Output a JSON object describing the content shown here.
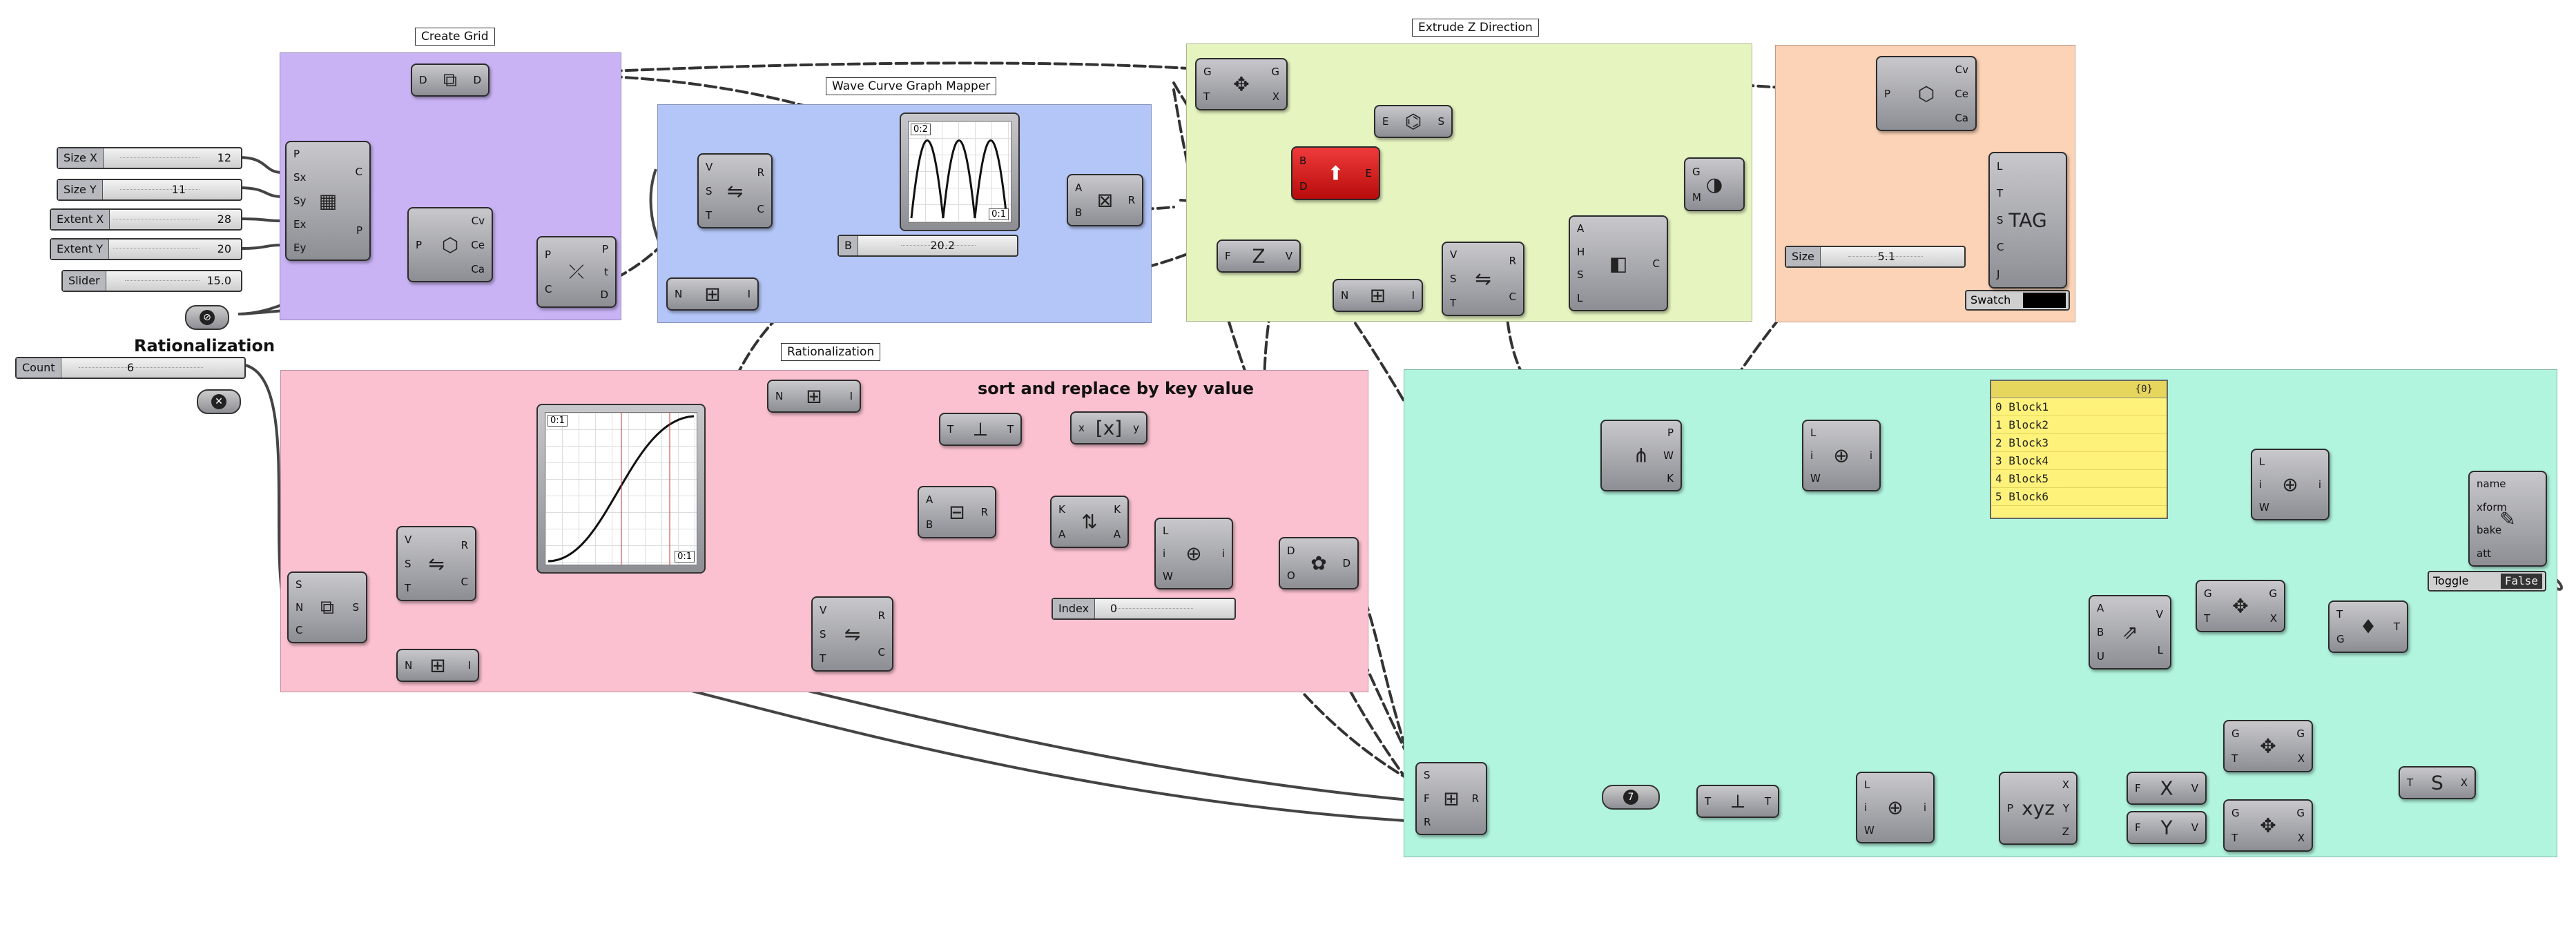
{
  "colors": {
    "lilac": "#c9b3f5",
    "blue": "#b4c6f7",
    "lime": "#e6f5c0",
    "peach": "#fcd3b6",
    "pink": "#fbc1d0",
    "mint": "#b1f5df",
    "component_red": "#d11a1a",
    "panel_yellow": "#fff27a"
  },
  "groups": {
    "create_grid": "Create Grid",
    "wave_mapper": "Wave Curve Graph Mapper",
    "extrude_z": "Extrude Z Direction",
    "rationalization_label": "Rationalization",
    "rationalization_tag": "Rationalization",
    "sort_replace": "sort and replace by key value"
  },
  "sliders": {
    "size_x": {
      "label": "Size X",
      "value": "12"
    },
    "size_y": {
      "label": "Size Y",
      "value": "11"
    },
    "extent_x": {
      "label": "Extent X",
      "value": "28"
    },
    "extent_y": {
      "label": "Extent Y",
      "value": "20"
    },
    "slider": {
      "label": "Slider",
      "value": "15.0"
    },
    "count": {
      "label": "Count",
      "value": "6"
    },
    "b": {
      "label": "B",
      "value": "20.2"
    },
    "index": {
      "label": "Index",
      "value": "0"
    },
    "size": {
      "label": "Size",
      "value": "5.1"
    }
  },
  "swatch": {
    "label": "Swatch"
  },
  "toggle": {
    "label": "Toggle",
    "value": "False"
  },
  "panel": {
    "header": "{0}",
    "rows": [
      "0 Block1",
      "1 Block2",
      "2 Block3",
      "3 Block4",
      "4 Block5",
      "5 Block6"
    ]
  },
  "graphers": {
    "wave_corner_tl": "0:2",
    "wave_corner_br": "0:1",
    "sort_corner_tl": "0:1",
    "sort_corner_br": "0:1"
  },
  "components": {
    "create_grid_rect": {
      "in": [
        "P",
        "Sx",
        "Sy",
        "Ex",
        "Ey"
      ],
      "out": [
        "C",
        "P"
      ]
    },
    "create_grid_dup": {
      "in": [
        "D"
      ],
      "out": [
        "D"
      ]
    },
    "create_grid_center": {
      "in": [
        "P"
      ],
      "out": [
        "Cv",
        "Ce",
        "Ca"
      ]
    },
    "create_grid_pull": {
      "in": [
        "P",
        "C"
      ],
      "out": [
        "P",
        "t",
        "D"
      ]
    },
    "wave_remap": {
      "in": [
        "V",
        "S",
        "T"
      ],
      "out": [
        "R",
        "C"
      ]
    },
    "wave_bounds": {
      "in": [
        "N"
      ],
      "out": [
        "I"
      ]
    },
    "wave_mult": {
      "in": [
        "A",
        "B"
      ],
      "out": [
        "R"
      ]
    },
    "extrude_move": {
      "in": [
        "G",
        "T"
      ],
      "out": [
        "G",
        "X"
      ]
    },
    "extrude_expr": {
      "in": [
        "E"
      ],
      "out": [
        "S"
      ]
    },
    "extrude_box": {
      "in": [
        "B",
        "D"
      ],
      "out": [
        "E"
      ]
    },
    "extrude_unitz": {
      "in": [
        "F"
      ],
      "out": [
        "V"
      ]
    },
    "extrude_bounds": {
      "in": [
        "N"
      ],
      "out": [
        "I"
      ]
    },
    "extrude_remap": {
      "in": [
        "V",
        "S",
        "T"
      ],
      "out": [
        "R",
        "C"
      ]
    },
    "extrude_colour": {
      "in": [
        "A",
        "H",
        "S",
        "L"
      ],
      "out": [
        "C"
      ]
    },
    "extrude_preview": {
      "in": [
        "G",
        "M"
      ],
      "out": []
    },
    "peach_area": {
      "in": [
        "P"
      ],
      "out": [
        "Cv",
        "Ce",
        "Ca"
      ]
    },
    "peach_text": {
      "in": [
        "L",
        "T",
        "S",
        "C",
        "J"
      ],
      "out": [],
      "icon": "TAG"
    },
    "rat_sort": {
      "in": [
        "S",
        "N",
        "C"
      ],
      "out": [
        "S"
      ]
    },
    "rat_remap": {
      "in": [
        "V",
        "S",
        "T"
      ],
      "out": [
        "R",
        "C"
      ]
    },
    "rat_bounds1": {
      "in": [
        "N"
      ],
      "out": [
        "I"
      ]
    },
    "rat_bounds2": {
      "in": [
        "N"
      ],
      "out": [
        "I"
      ]
    },
    "rat_remap2": {
      "in": [
        "V",
        "S",
        "T"
      ],
      "out": [
        "R",
        "C"
      ]
    },
    "rat_sortlist": {
      "in": [
        "K",
        "A"
      ],
      "out": [
        "K",
        "A"
      ]
    },
    "rat_tree": {
      "in": [
        "T"
      ],
      "out": [
        "T"
      ]
    },
    "rat_expr": {
      "in": [
        "x"
      ],
      "out": [
        "y"
      ]
    },
    "rat_sub": {
      "in": [
        "A",
        "B"
      ],
      "out": [
        "R"
      ]
    },
    "rat_item": {
      "in": [
        "L",
        "i",
        "W"
      ],
      "out": [
        "i"
      ]
    },
    "rat_dispatch": {
      "in": [
        "D",
        "O"
      ],
      "out": [
        "D"
      ]
    },
    "mint_replace": {
      "in": [
        "S",
        "F",
        "R"
      ],
      "out": [
        "R"
      ]
    },
    "mint_seven": "7",
    "mint_tree": {
      "in": [
        "T"
      ],
      "out": [
        "T"
      ]
    },
    "mint_deconstruct": {
      "in": [],
      "out": [
        "P",
        "W",
        "K"
      ]
    },
    "mint_item1": {
      "in": [
        "L",
        "i",
        "W"
      ],
      "out": [
        "i"
      ]
    },
    "mint_item2": {
      "in": [
        "L",
        "i",
        "W"
      ],
      "out": [
        "i"
      ]
    },
    "mint_item3": {
      "in": [
        "L",
        "i",
        "W"
      ],
      "out": [
        "i"
      ]
    },
    "mint_line": {
      "in": [
        "A",
        "B",
        "U"
      ],
      "out": [
        "V",
        "L"
      ]
    },
    "mint_move1": {
      "in": [
        "G",
        "T"
      ],
      "out": [
        "G",
        "X"
      ]
    },
    "mint_move2": {
      "in": [
        "G",
        "T"
      ],
      "out": [
        "G",
        "X"
      ]
    },
    "mint_move3": {
      "in": [
        "G",
        "T"
      ],
      "out": [
        "G",
        "X"
      ]
    },
    "mint_colour": {
      "in": [
        "T",
        "G"
      ],
      "out": [
        "T"
      ]
    },
    "mint_decpt": {
      "in": [
        "P"
      ],
      "out": [
        "X",
        "Y",
        "Z"
      ]
    },
    "mint_unitx": {
      "in": [
        "F"
      ],
      "out": [
        "V"
      ]
    },
    "mint_unity": {
      "in": [
        "F"
      ],
      "out": [
        "V"
      ]
    },
    "mint_transform": {
      "in": [
        "T"
      ],
      "out": [
        "X"
      ]
    },
    "mint_bake": {
      "in": [
        "name",
        "xform",
        "bake",
        "att"
      ],
      "out": []
    }
  }
}
